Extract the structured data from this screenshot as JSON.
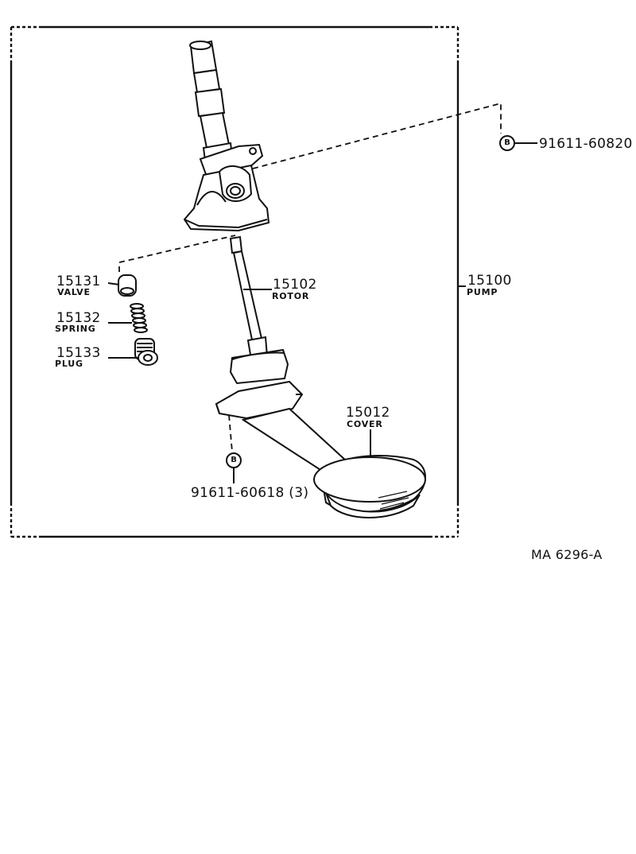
{
  "parts": {
    "valve": {
      "number": "15131",
      "name": "VALVE"
    },
    "spring": {
      "number": "15132",
      "name": "SPRING"
    },
    "plug": {
      "number": "15133",
      "name": "PLUG"
    },
    "rotor": {
      "number": "15102",
      "name": "ROTOR"
    },
    "pump": {
      "number": "15100",
      "name": "PUMP"
    },
    "cover": {
      "number": "15012",
      "name": "COVER"
    }
  },
  "bolts": {
    "upper": {
      "badge": "B",
      "number": "91611-60820"
    },
    "lower": {
      "badge": "B",
      "number": "91611-60618 (3)"
    }
  },
  "reference": "MA  6296-A"
}
